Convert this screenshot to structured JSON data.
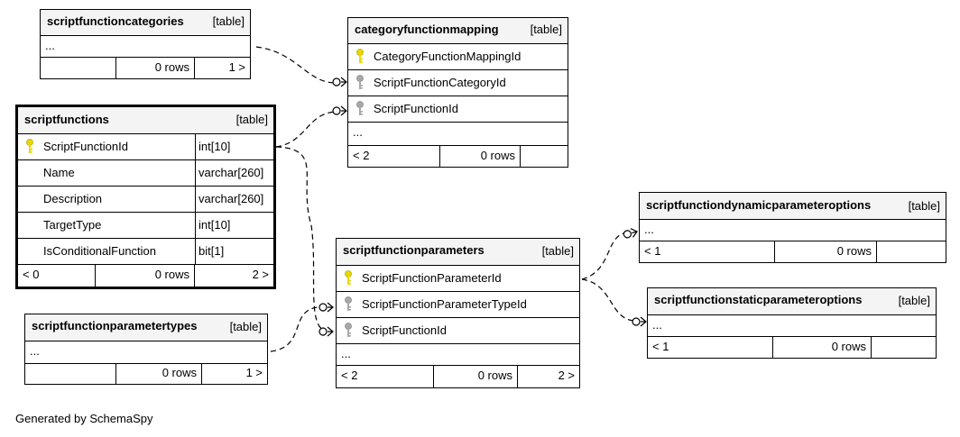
{
  "tables": {
    "scriptfunctioncategories": {
      "name": "scriptfunctioncategories",
      "tag": "[table]",
      "ellipsis": "...",
      "footer": [
        "",
        "0 rows",
        "1 >"
      ]
    },
    "categoryfunctionmapping": {
      "name": "categoryfunctionmapping",
      "tag": "[table]",
      "columns": [
        {
          "name": "CategoryFunctionMappingId",
          "key": "primary"
        },
        {
          "name": "ScriptFunctionCategoryId",
          "key": "foreign"
        },
        {
          "name": "ScriptFunctionId",
          "key": "foreign"
        }
      ],
      "ellipsis": "...",
      "footer": [
        "< 2",
        "0 rows",
        ""
      ]
    },
    "scriptfunctions": {
      "name": "scriptfunctions",
      "tag": "[table]",
      "columns": [
        {
          "name": "ScriptFunctionId",
          "type": "int[10]",
          "key": "primary"
        },
        {
          "name": "Name",
          "type": "varchar[260]"
        },
        {
          "name": "Description",
          "type": "varchar[260]"
        },
        {
          "name": "TargetType",
          "type": "int[10]"
        },
        {
          "name": "IsConditionalFunction",
          "type": "bit[1]"
        }
      ],
      "footer": [
        "< 0",
        "0 rows",
        "2 >"
      ]
    },
    "scriptfunctionparameters": {
      "name": "scriptfunctionparameters",
      "tag": "[table]",
      "columns": [
        {
          "name": "ScriptFunctionParameterId",
          "key": "primary"
        },
        {
          "name": "ScriptFunctionParameterTypeId",
          "key": "foreign"
        },
        {
          "name": "ScriptFunctionId",
          "key": "foreign"
        }
      ],
      "ellipsis": "...",
      "footer": [
        "< 2",
        "0 rows",
        "2 >"
      ]
    },
    "scriptfunctionparametertypes": {
      "name": "scriptfunctionparametertypes",
      "tag": "[table]",
      "ellipsis": "...",
      "footer": [
        "",
        "0 rows",
        "1 >"
      ]
    },
    "scriptfunctiondynamicparameteroptions": {
      "name": "scriptfunctiondynamicparameteroptions",
      "tag": "[table]",
      "ellipsis": "...",
      "footer": [
        "< 1",
        "0 rows",
        ""
      ]
    },
    "scriptfunctionstaticparameteroptions": {
      "name": "scriptfunctionstaticparameteroptions",
      "tag": "[table]",
      "ellipsis": "...",
      "footer": [
        "< 1",
        "0 rows",
        ""
      ]
    }
  },
  "key_colors": {
    "primary": "#e8d800",
    "foreign": "#a8a8a8"
  },
  "generated_by": "Generated by SchemaSpy"
}
